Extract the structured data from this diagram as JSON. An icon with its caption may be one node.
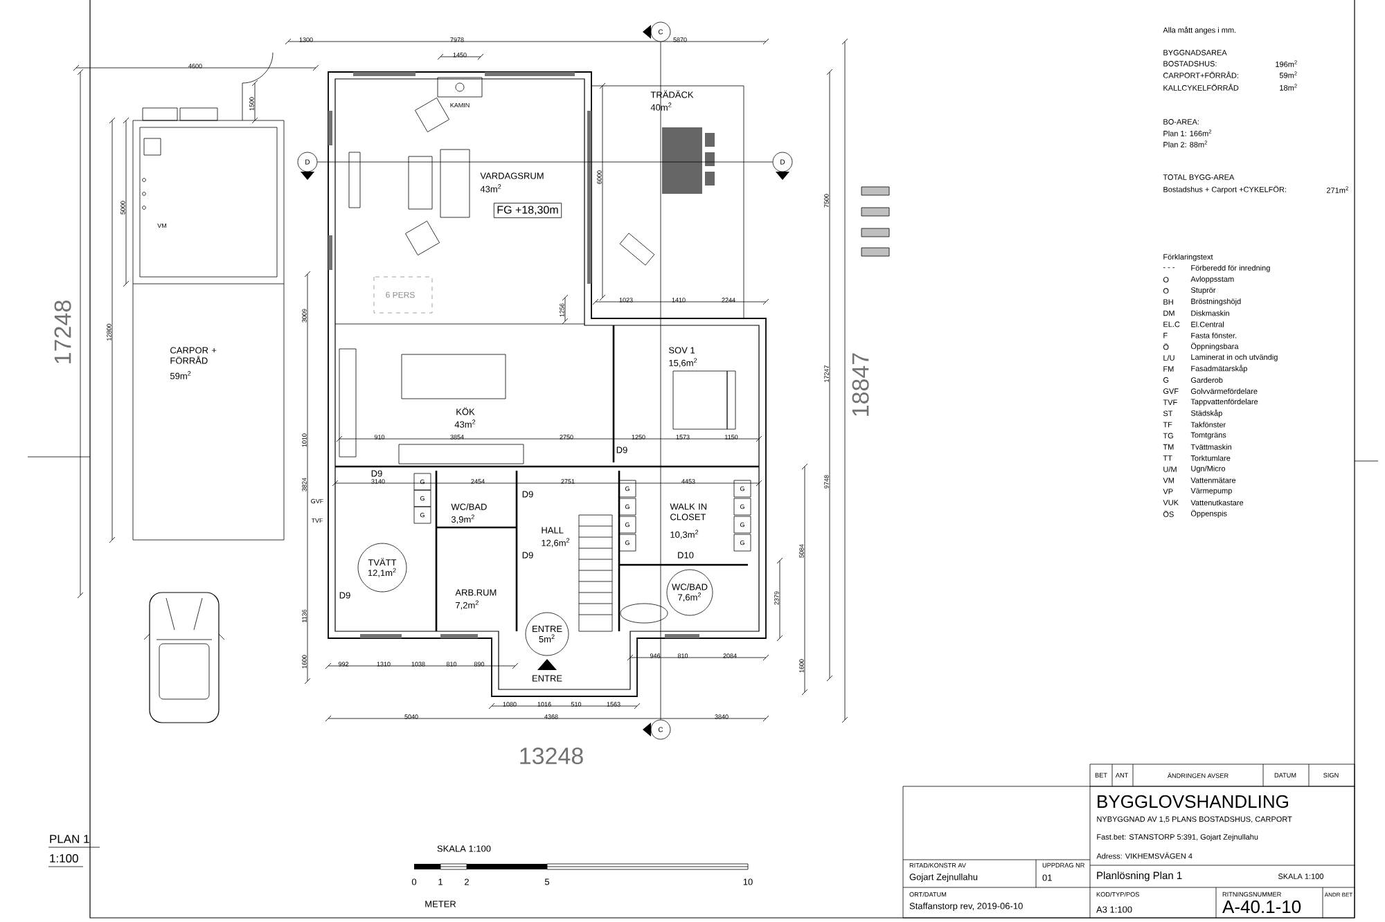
{
  "diagram": {
    "nodes": [
      {
        "text": [
          "C"
        ]
      },
      {
        "text": [
          "D"
        ]
      },
      {
        "text": [
          "D"
        ]
      },
      {
        "text": [
          "FG +18,30m"
        ]
      },
      {
        "text": [
          "TVÄTT 12,1m$^{2}$"
        ]
      },
      {
        "text": [
          "WC/BAD 7,6m$^{2}$"
        ]
      },
      {
        "text": [
          "ENTRE 5m$^{2}$"
        ]
      },
      {
        "text": [
          "C"
        ]
      }
    ],
    "edges": [
      {
        "from": 0,
        "to": 7,
        "arrow": "none"
      },
      {
        "from": 1,
        "to": 2,
        "arrow": "none"
      }
    ],
    "labels": [
      "1300",
      "7978",
      "1450",
      "5870",
      "4600",
      "1500",
      "5000",
      "12800",
      "17248",
      "KAMIN",
      "VARDAGSRUM",
      "43m$^{2}$",
      "TRÄDÄCK",
      "40m$^{2}$",
      "6 PERS",
      "6000",
      "1023",
      "1410",
      "2244",
      "1256",
      "3009",
      "CARPOR + FÖRRÅD",
      "59m$^{2}$",
      "VM",
      "KÖK",
      "43m$^{2}$",
      "SOV 1",
      "15,6m$^{2}$",
      "910",
      "3854",
      "2750",
      "1250",
      "1573",
      "1150",
      "D9",
      "3140",
      "2454",
      "2751",
      "4453",
      "D9",
      "D9",
      "D9",
      "D9",
      "WC/BAD",
      "3,9m$^{2}$",
      "GVF",
      "TVF",
      "G",
      "G",
      "G",
      "HALL",
      "12,6m$^{2}$",
      "WALK IN CLOSET",
      "10,3m$^{2}$",
      "G",
      "G",
      "G",
      "G",
      "G",
      "G",
      "G",
      "G",
      "D10",
      "ARB.RUM",
      "7,2m$^{2}$",
      "ENTRE",
      "3824",
      "1010",
      "1136",
      "1600",
      "992",
      "1310",
      "1038",
      "810",
      "890",
      "946",
      "810",
      "2084",
      "1080",
      "1016",
      "510",
      "1563",
      "5040",
      "4368",
      "3840",
      "7500",
      "17247",
      "9748",
      "5084",
      "2379",
      "1600",
      "18847",
      "13248",
      "Alla mått anges i mm.",
      "BYGGNADSAREA",
      "BOSTADSHUS:",
      "196m$^{2}$",
      "CARPORT+FÖRRÅD:",
      "59m$^{2}$",
      "KALLCYKELFÖRRÅD",
      "18m$^{2}$",
      "BO-AREA:",
      "Plan 1: 166m$^{2}$",
      "Plan 2: 88m$^{2}$",
      "TOTAL BYGG-AREA",
      "Bostadshus + Carport +CYKELFÖR:",
      "271m$^{2}$",
      "Förklaringstext",
      "- - -",
      "Förberedd för inredning",
      "O",
      "Avloppsstam",
      "O",
      "Stuprör",
      "BH",
      "Bröstningshöjd",
      "DM",
      "Diskmaskin",
      "EL.C",
      "El.Central",
      "F",
      "Fasta fönster.",
      "Ö",
      "Öppningsbara",
      "L/U",
      "Laminerat in och utvändig",
      "FM",
      "Fasadmätarskåp",
      "G",
      "Garderob",
      "GVF",
      "Golvvärmefördelare",
      "TVF",
      "Tappvattenfördelare",
      "ST",
      "Städskåp",
      "TF",
      "Takfönster",
      "TG",
      "Tomtgräns",
      "TM",
      "Tvättmaskin",
      "TT",
      "Torktumlare",
      "U/M",
      "Ugn/Micro",
      "VM",
      "Vattenmätare",
      "VP",
      "Värmepump",
      "VUK",
      "Vattenutkastare",
      "ÖS",
      "Öppenspis",
      "PLAN 1",
      "1:100",
      "SKALA 1:100",
      "0",
      "1",
      "2",
      "5",
      "10",
      "METER",
      "BET",
      "ANT",
      "ÄNDRINGEN AVSER",
      "DATUM",
      "SIGN",
      "BYGGLOVSHANDLING",
      "NYBYGGNAD AV 1,5 PLANS BOSTADSHUS, CARPORT",
      "Fast.bet: STANSTORP 5:391, Gojart Zejnullahu",
      "Adress: VIKHEMSVÄGEN 4",
      "Planlösning Plan 1",
      "SKALA 1:100",
      "RITAD/KONSTR AV",
      "Gojart Zejnullahu",
      "UPPDRAG NR",
      "01",
      "ORT/DATUM",
      "Staffanstorp rev, 2019-06-10",
      "KOD/TYP/POS",
      "A3 1:100",
      "RITNINGSNUMMER",
      "A-40.1-10",
      "ÄNDR BET"
    ]
  }
}
